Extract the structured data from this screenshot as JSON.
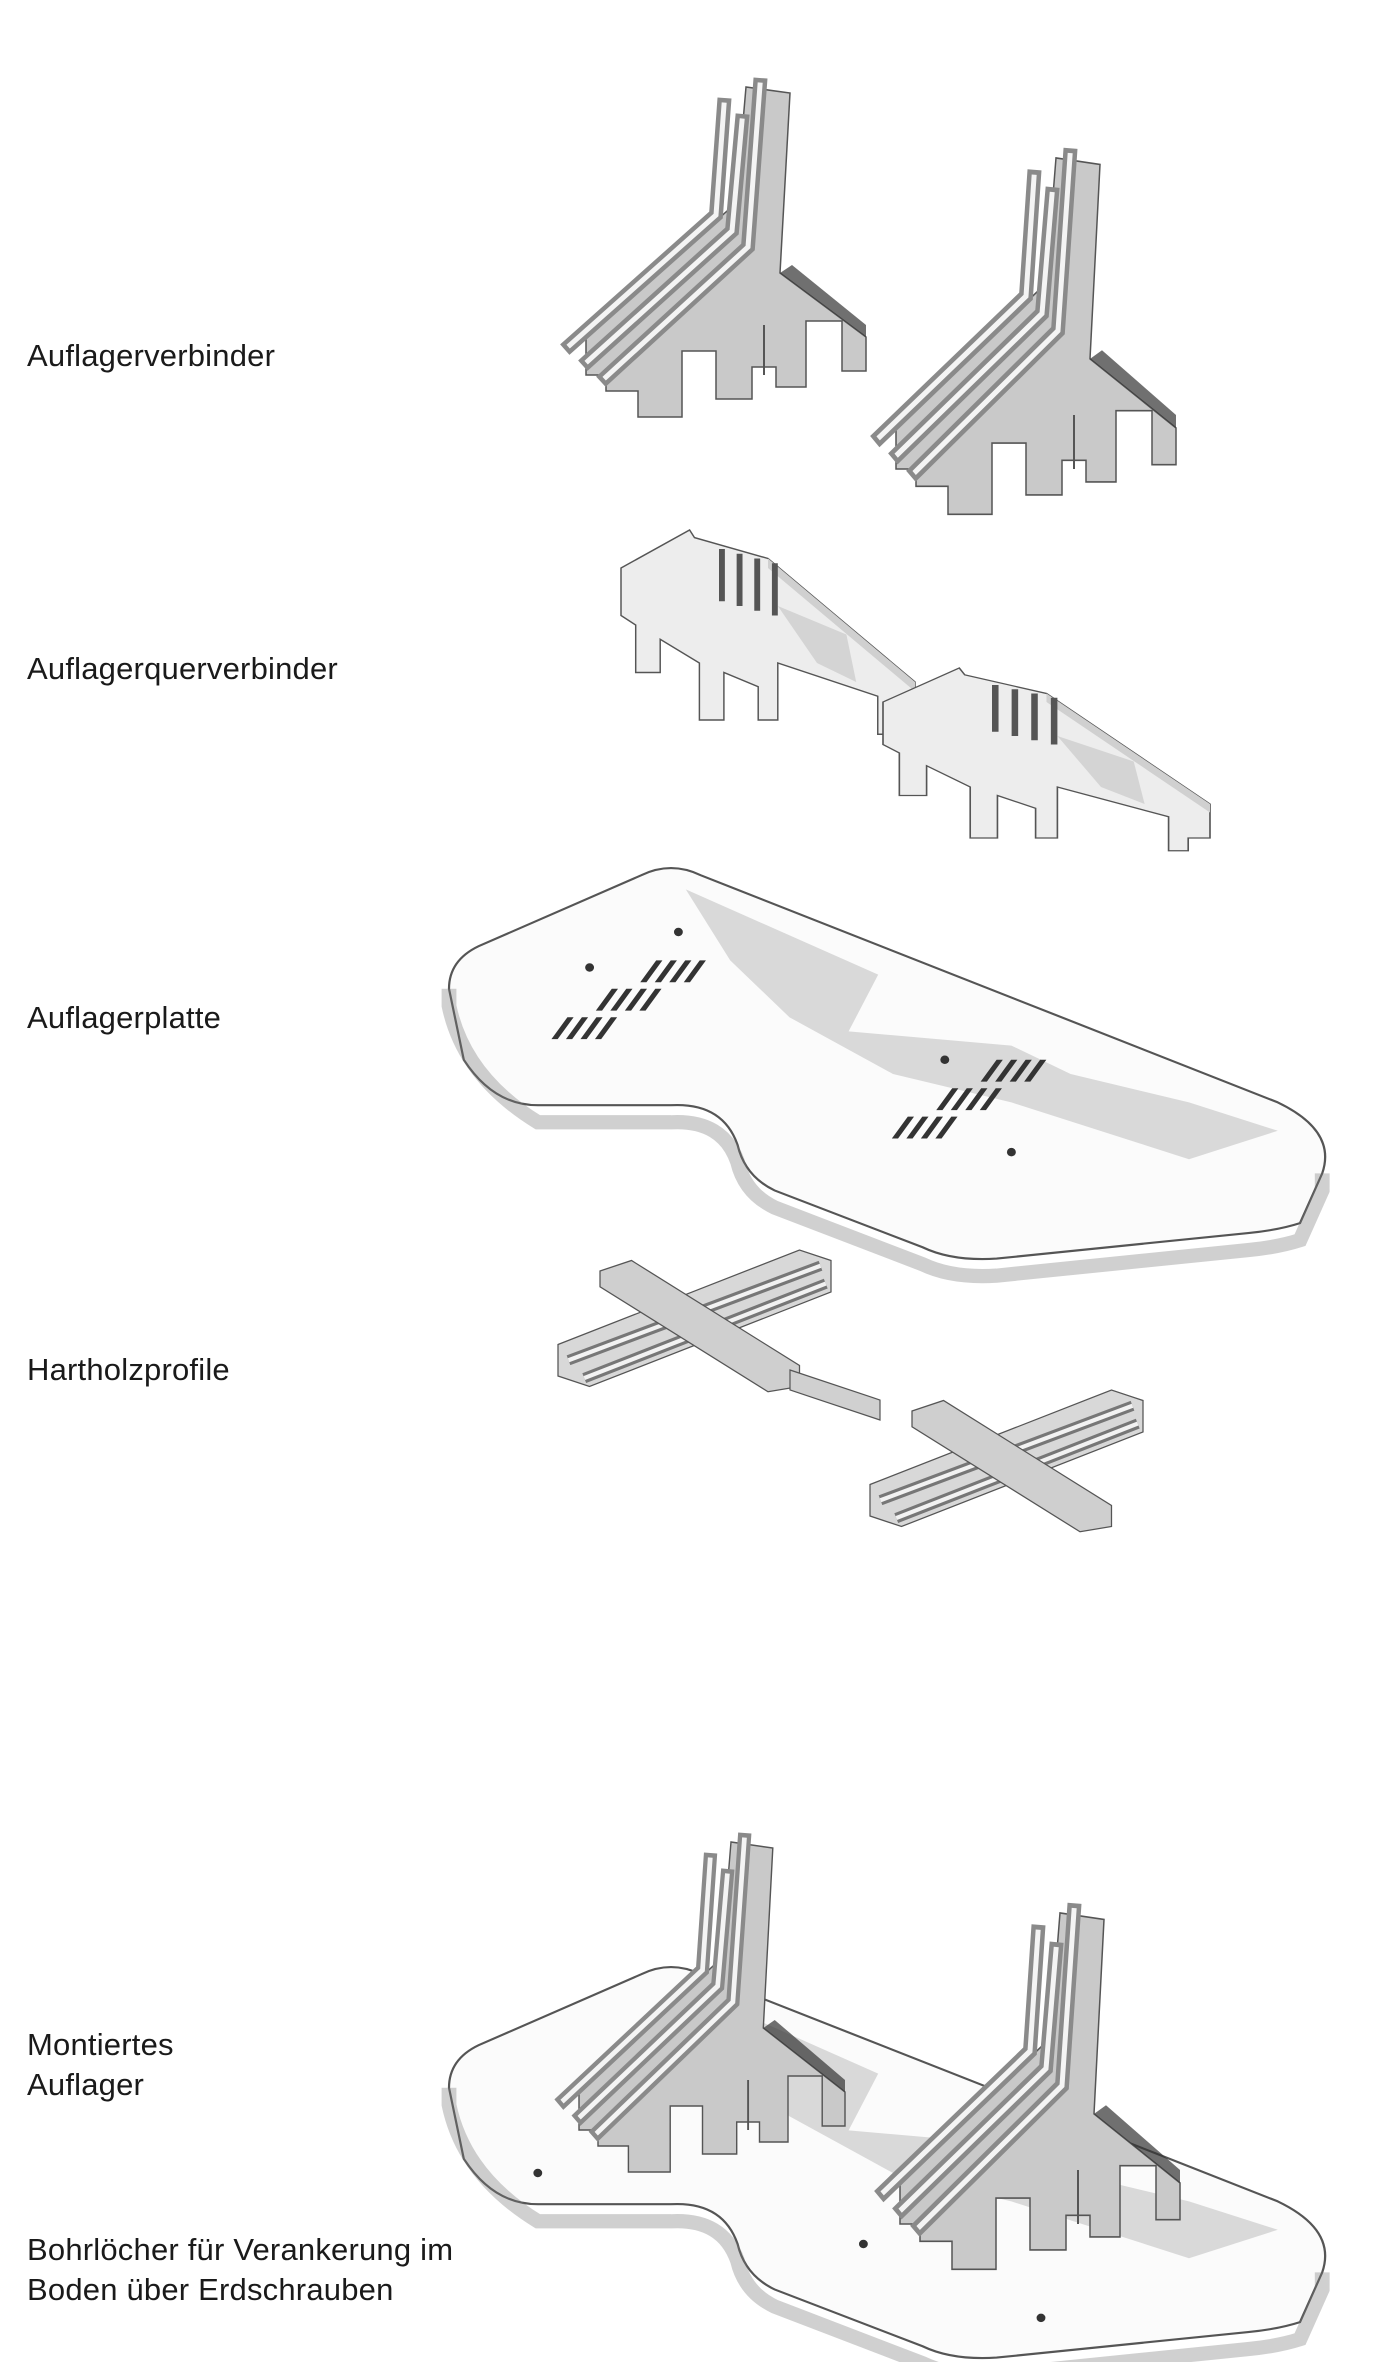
{
  "labels": {
    "connector": "Auflagerverbinder",
    "cross_connector": "Auflagerquerverbinder",
    "base_plate": "Auflagerplatte",
    "hardwood_profiles": "Hartholzprofile",
    "assembled_line1": "Montiertes",
    "assembled_line2": "Auflager",
    "drill_holes_line1": "Bohrlöcher für Verankerung im",
    "drill_holes_line2": "Boden über Erdschrauben"
  },
  "colors": {
    "face": "#c9c9c9",
    "edge": "#f2f2f2",
    "shadow": "#8a8a8a",
    "outline": "#555555",
    "plate": "#fafafa"
  }
}
